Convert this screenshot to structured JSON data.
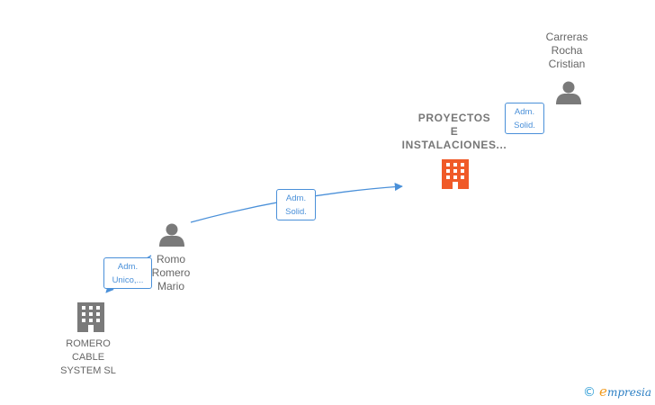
{
  "nodes": {
    "person_carreras": {
      "label": "Carreras\nRocha\nCristian"
    },
    "company_proyectos": {
      "label": "PROYECTOS\nE\nINSTALACIONES...",
      "color": "#f05a28"
    },
    "person_romo": {
      "label": "Romo\nRomero\nMario"
    },
    "company_romero": {
      "label": "ROMERO\nCABLE\nSYSTEM  SL",
      "color": "#7a7a7a"
    }
  },
  "relations": {
    "rel_carreras_proyectos": {
      "label": "Adm.\nSolid."
    },
    "rel_romo_proyectos": {
      "label": "Adm.\nSolid."
    },
    "rel_romo_romero": {
      "label": "Adm.\nUnico,..."
    }
  },
  "colors": {
    "person_icon": "#7a7a7a",
    "edge": "#4a90d9"
  },
  "watermark": {
    "copyright": "©",
    "e": "e",
    "brand": "mpresia"
  }
}
